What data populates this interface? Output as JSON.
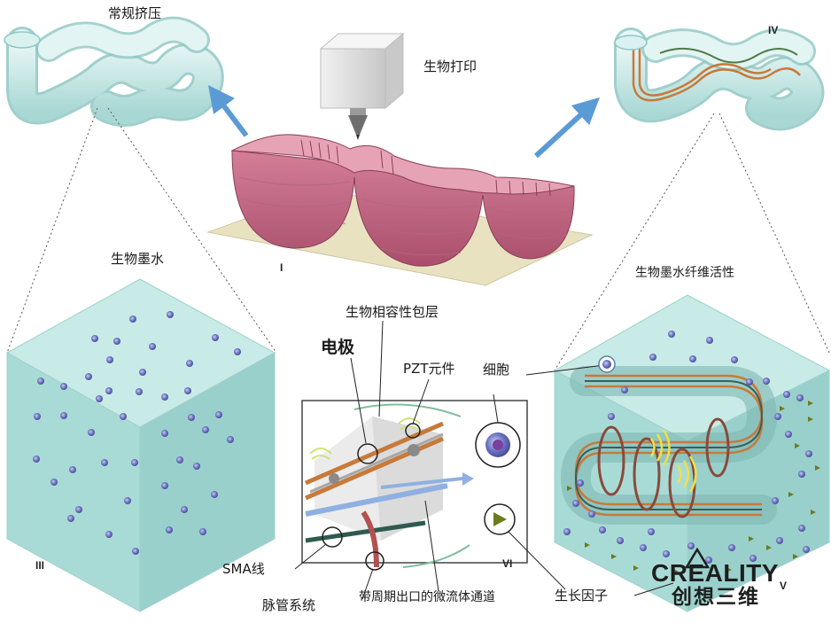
{
  "labels": {
    "conventional_extrusion": "常规挤压",
    "bioprinting": "生物打印",
    "bioink": "生物墨水",
    "bioink_fiber_activity": "生物墨水纤维活性",
    "biocompatible_coating": "生物相容性包层",
    "electrode": "电极",
    "pzt_element": "PZT元件",
    "cell": "细胞",
    "sma_wire": "SMA线",
    "vascular_system": "脉管系统",
    "microfluidic_channel": "带周期出口的微流体通道",
    "growth_factor": "生长因子"
  },
  "panels": {
    "i": "I",
    "iii": "III",
    "iv": "IV",
    "v": "V",
    "vi": "VI"
  },
  "logo": {
    "en": "CREALITY",
    "cn": "创想三维"
  },
  "colors": {
    "tube": "#c4e8e6",
    "cube": "#a9dbd6",
    "shell": "#c56b86",
    "cell": "#5a62a8",
    "arrow": "#5b9bd5",
    "electrode": "#c77a3a",
    "growth_factor": "#6e7a1f"
  }
}
